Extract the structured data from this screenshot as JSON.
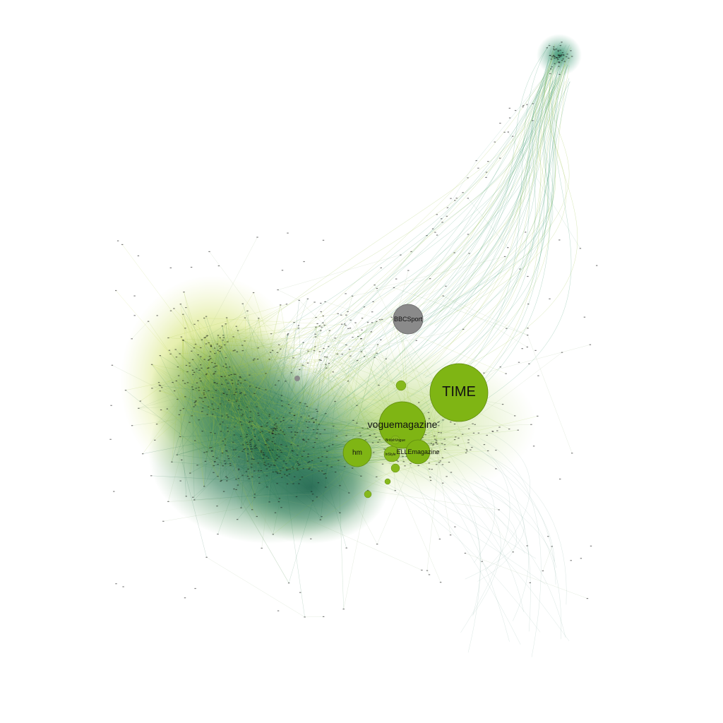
{
  "graph": {
    "colors": {
      "background": "#ffffff",
      "dark_green": "#1c6b50",
      "teal_green": "#2e8a66",
      "light_green": "#8bbf1e",
      "yellow_green": "#c4d63a",
      "gray": "#8a8a8a"
    },
    "labeled_nodes": [
      {
        "id": "time",
        "label": "TIME",
        "color": "#7fb514"
      },
      {
        "id": "vogue",
        "label": "voguemagazine",
        "color": "#7fb514"
      },
      {
        "id": "hm",
        "label": "hm",
        "color": "#7fb514"
      },
      {
        "id": "elle",
        "label": "ELLEmagazine",
        "color": "#7fb514"
      },
      {
        "id": "bbcsport",
        "label": "BBCSport",
        "color": "#8a8a8a"
      },
      {
        "id": "britishvogue",
        "label": "BritishVogue",
        "color": "#7fb514"
      },
      {
        "id": "instyle",
        "label": "InStyle",
        "color": "#7fb514"
      }
    ]
  }
}
